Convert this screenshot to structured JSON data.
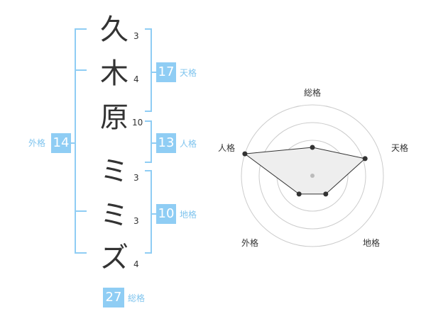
{
  "name": {
    "surname": [
      {
        "char": "久",
        "strokes": "3"
      },
      {
        "char": "木",
        "strokes": "4"
      },
      {
        "char": "原",
        "strokes": "10"
      }
    ],
    "given": [
      {
        "char": "ミ",
        "strokes": "3"
      },
      {
        "char": "ミ",
        "strokes": "3"
      },
      {
        "char": "ズ",
        "strokes": "4"
      }
    ]
  },
  "kaku": {
    "ten": {
      "value": "17",
      "label": "天格"
    },
    "jin": {
      "value": "13",
      "label": "人格"
    },
    "chi": {
      "value": "10",
      "label": "地格"
    },
    "gai": {
      "value": "14",
      "label": "外格"
    },
    "sou": {
      "value": "27",
      "label": "総格"
    }
  },
  "radar": {
    "axes": [
      "総格",
      "天格",
      "地格",
      "外格",
      "人格"
    ],
    "values": [
      0.4,
      0.78,
      0.32,
      0.32,
      1.0
    ],
    "rings": 4,
    "colors": {
      "ring": "#cccccc",
      "fill": "#eeeeee",
      "line": "#333333",
      "center": "#bbbbbb"
    }
  },
  "colors": {
    "accent": "#8fcdf4",
    "text": "#333333",
    "label": "#7fc4ee"
  }
}
